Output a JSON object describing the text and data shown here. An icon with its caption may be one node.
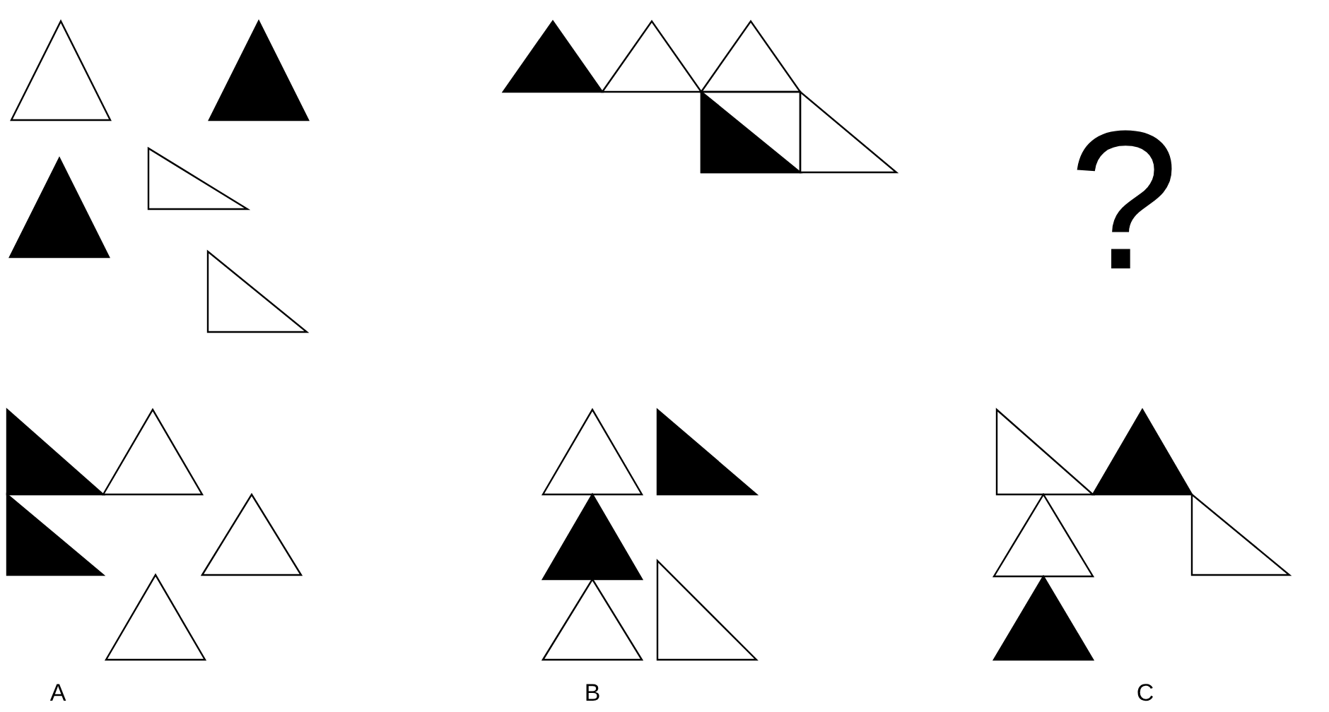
{
  "diagram": {
    "labels": [
      "?",
      "A",
      "B",
      "C"
    ]
  }
}
